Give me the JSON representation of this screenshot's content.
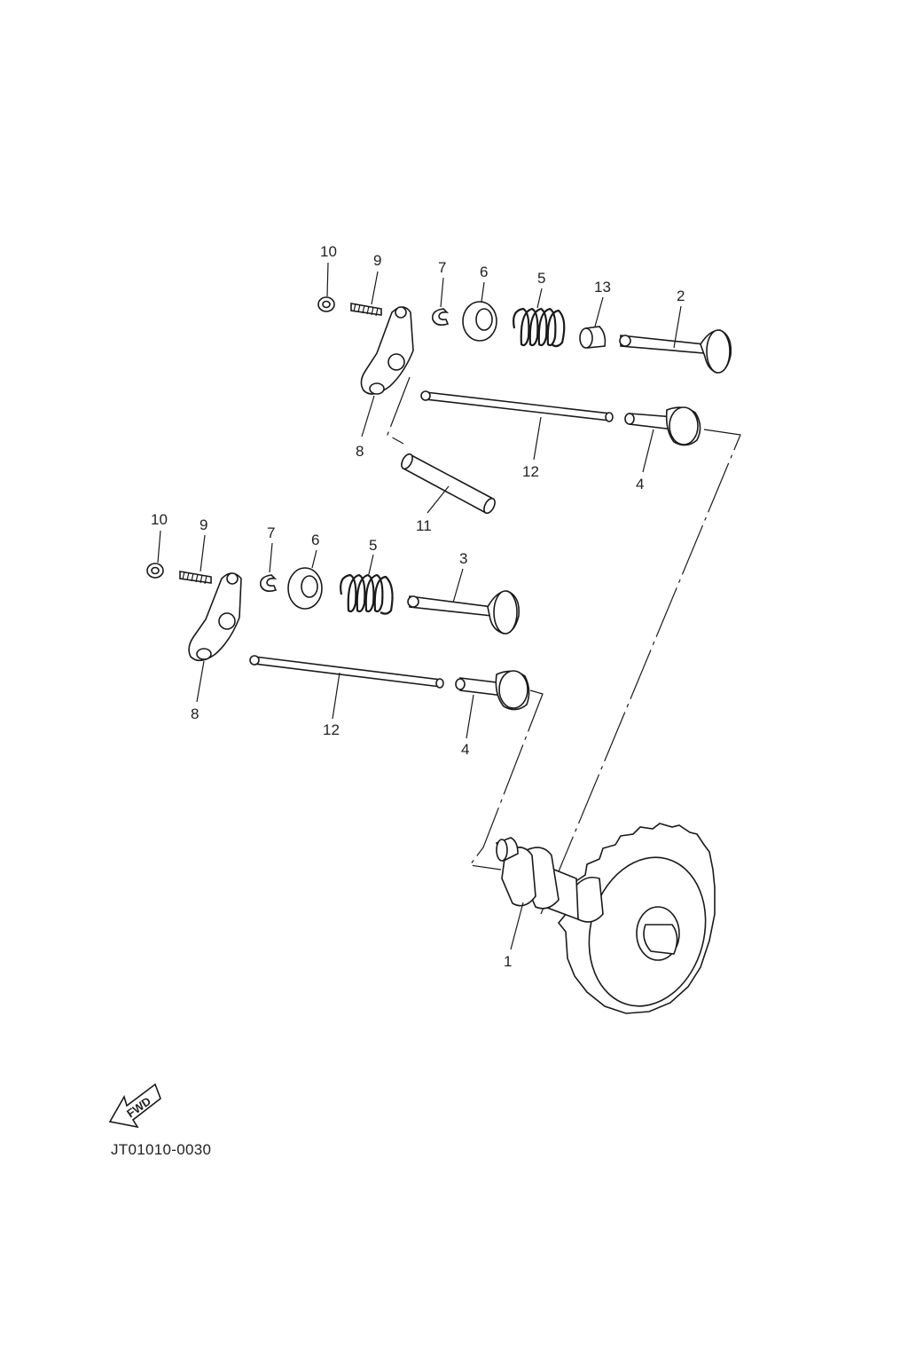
{
  "callouts": {
    "c1": "1",
    "c2": "2",
    "c3": "3",
    "c4a": "4",
    "c4b": "4",
    "c5a": "5",
    "c5b": "5",
    "c6a": "6",
    "c6b": "6",
    "c7a": "7",
    "c7b": "7",
    "c8a": "8",
    "c8b": "8",
    "c9a": "9",
    "c9b": "9",
    "c10a": "10",
    "c10b": "10",
    "c11": "11",
    "c12a": "12",
    "c12b": "12",
    "c13": "13"
  },
  "fwd_label": "FWD",
  "figure_code": "JT01010-0030"
}
